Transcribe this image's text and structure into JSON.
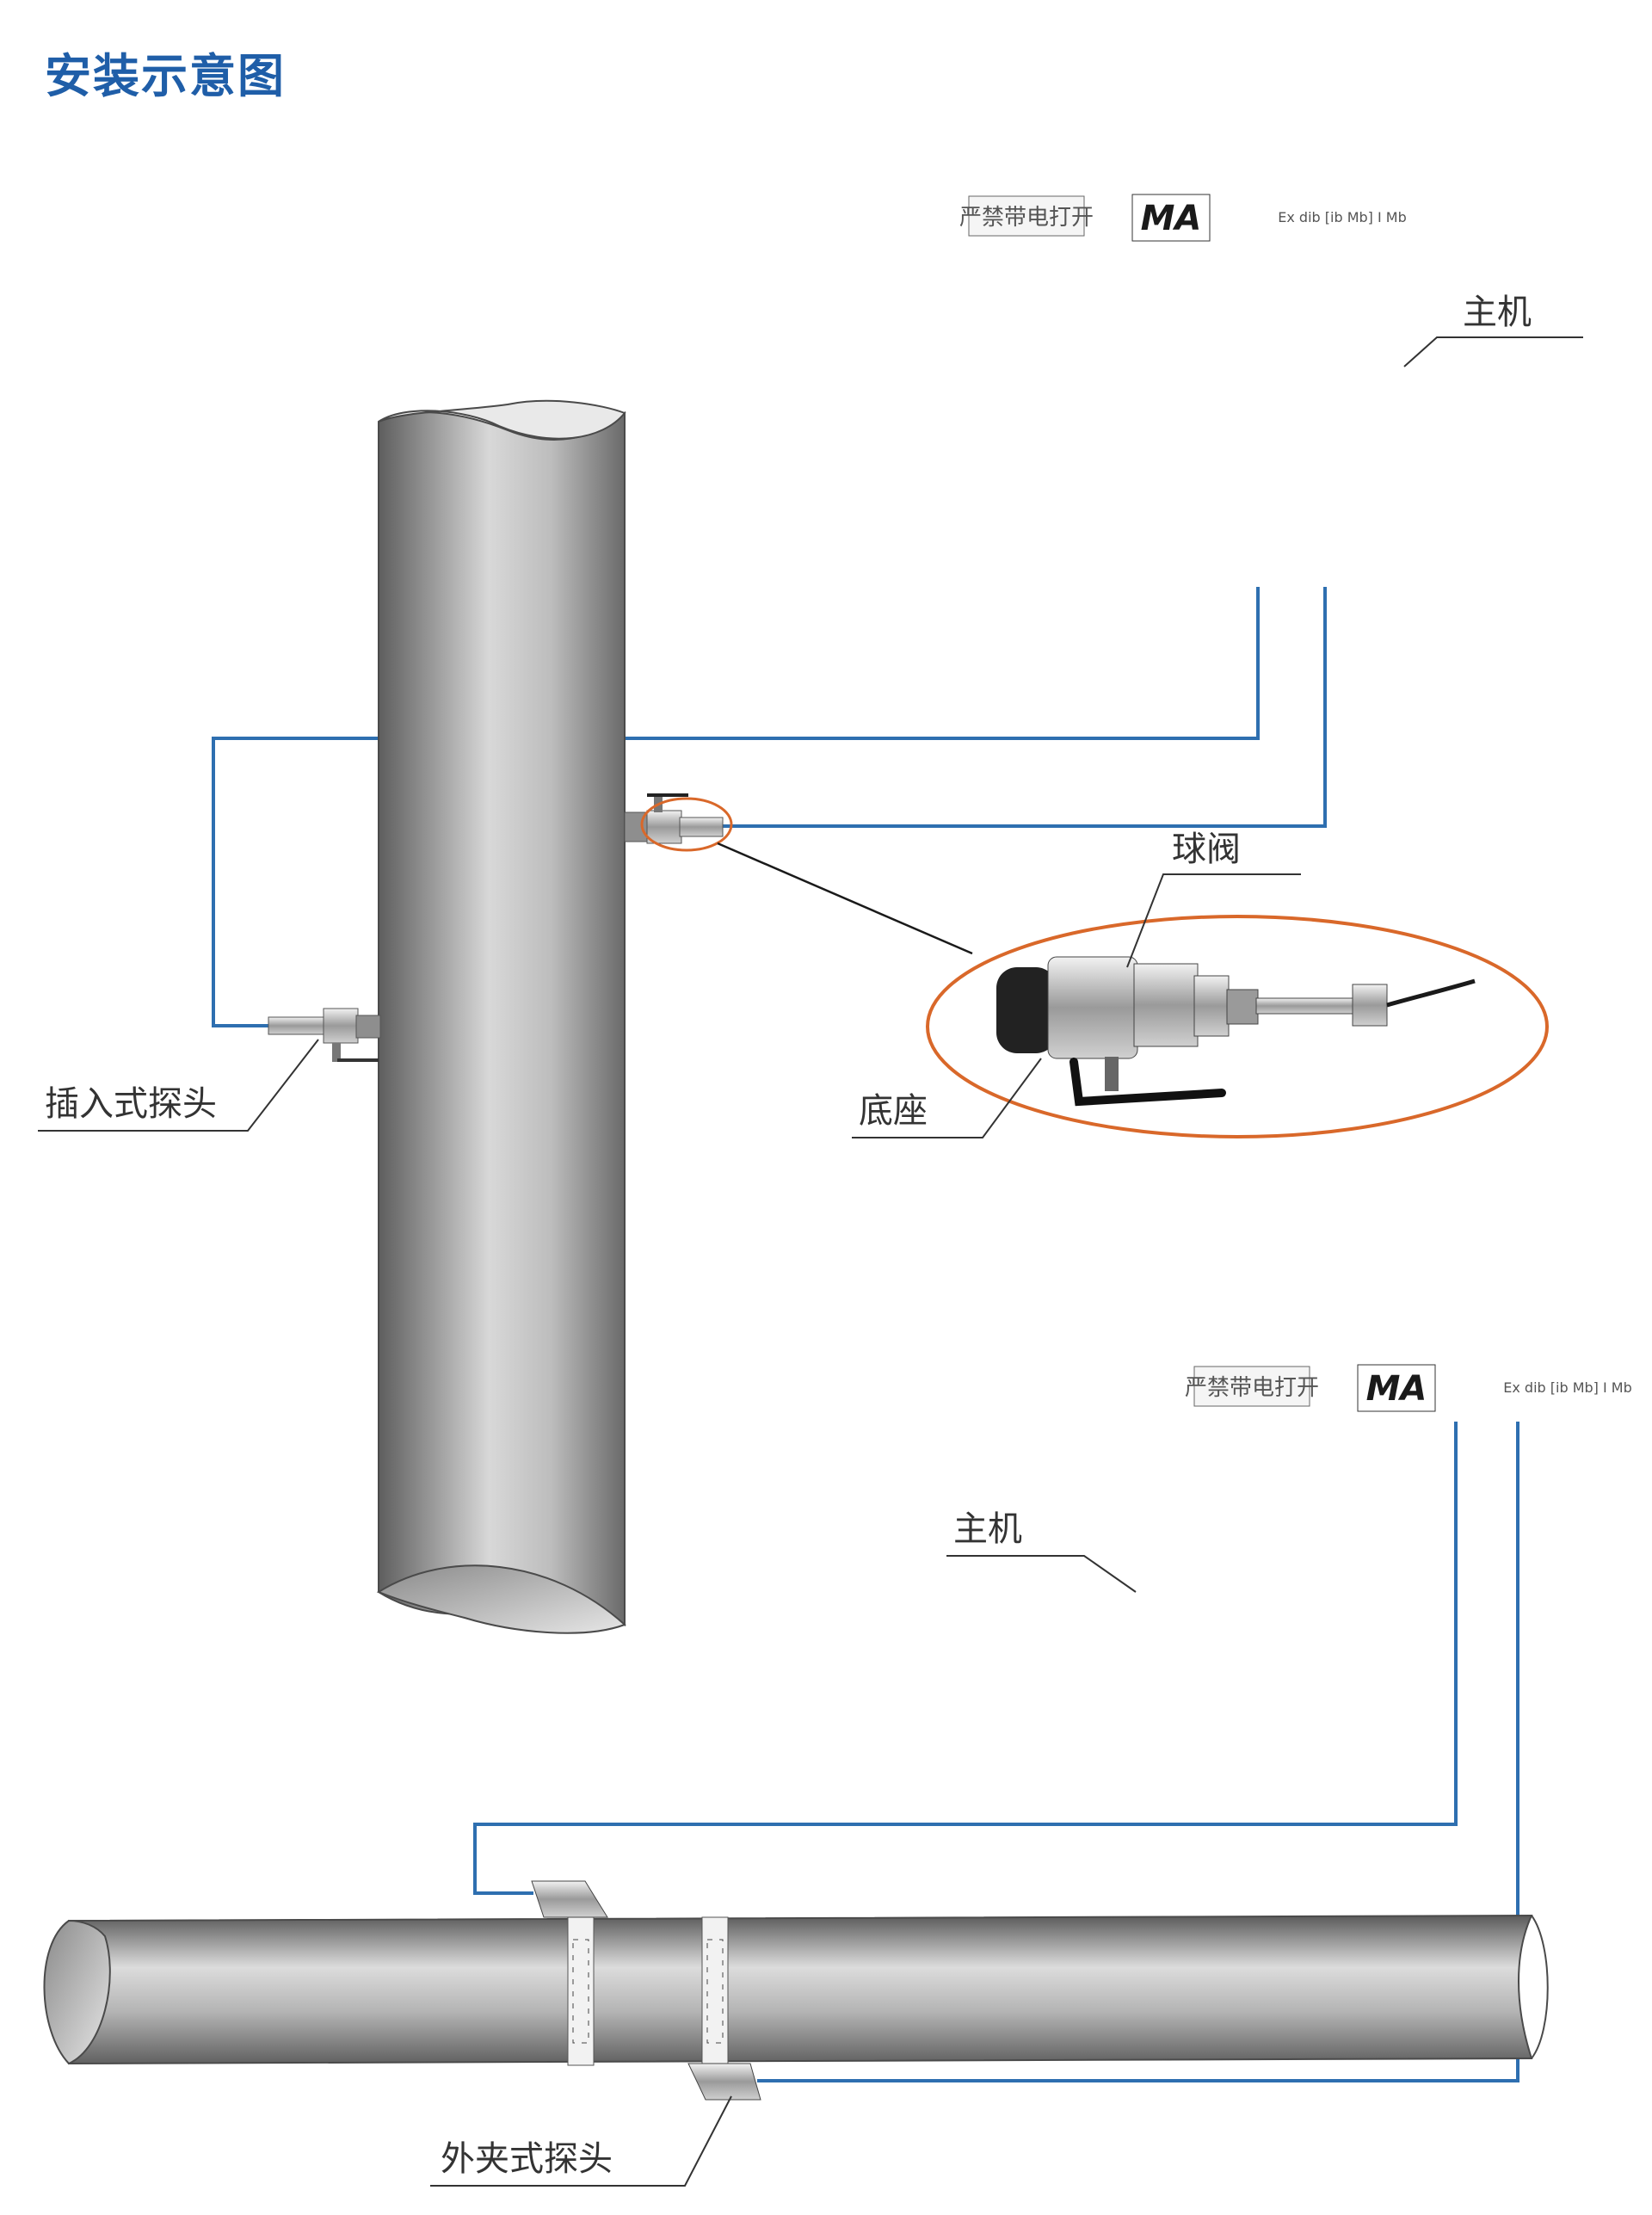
{
  "title": "安装示意图",
  "labels": {
    "host_top": "主机",
    "host_bottom": "主机",
    "ball_valve": "球阀",
    "base": "底座",
    "insertion_probe": "插入式探头",
    "clamp_probe": "外夹式探头"
  },
  "device": {
    "warning_plate": "严禁带电打开",
    "logo": "MA",
    "ex_mark": "Ex dib [ib Mb] I Mb"
  },
  "colors": {
    "title": "#1f5ea8",
    "cable": "#2e6fb0",
    "highlight_ring": "#d9682a",
    "pipe_dark": "#6f6f6f",
    "pipe_light": "#d9d9d9"
  }
}
